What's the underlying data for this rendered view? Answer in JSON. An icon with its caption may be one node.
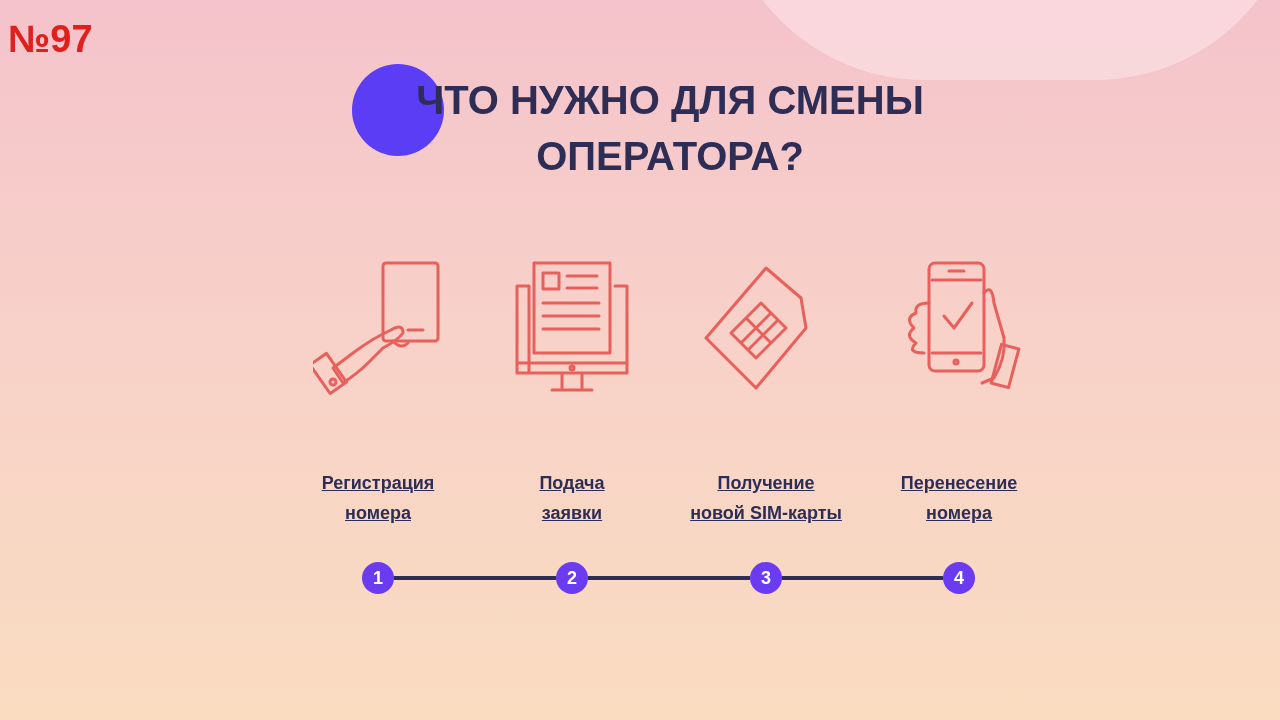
{
  "diagram": {
    "title": "ЧТО НУЖНО ДЛЯ СМЕНЫ ОПЕРАТОРА?",
    "nodes": [
      {
        "text": [
          "1"
        ],
        "beside": [
          "Регистрация номера"
        ]
      },
      {
        "text": [
          "2"
        ],
        "beside": [
          "Подача заявки"
        ]
      },
      {
        "text": [
          "3"
        ],
        "beside": [
          "Получение новой SIM-карты"
        ]
      },
      {
        "text": [
          "4"
        ],
        "beside": [
          "Перенесение номера"
        ]
      }
    ],
    "edges": [
      {
        "from": 0,
        "to": 1,
        "arrow": "none"
      },
      {
        "from": 1,
        "to": 2,
        "arrow": "none"
      },
      {
        "from": 2,
        "to": 3,
        "arrow": "none"
      }
    ],
    "labels": [
      "№97"
    ]
  }
}
